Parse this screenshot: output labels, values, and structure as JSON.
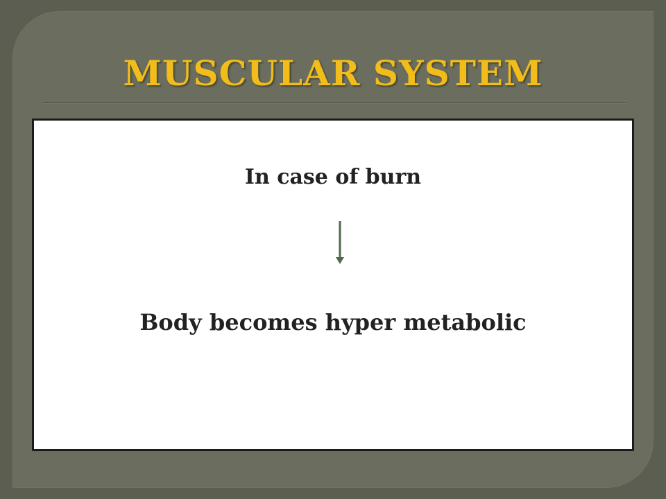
{
  "slide": {
    "title": "MUSCULAR SYSTEM",
    "content": {
      "cause": "In case of burn",
      "effect": "Body becomes hyper metabolic",
      "arrow_icon": "down-arrow-icon"
    }
  },
  "colors": {
    "title": "#f2bd1b",
    "background": "#6b6e5e",
    "arrow": "#4e6b4a",
    "box": "#ffffff"
  }
}
